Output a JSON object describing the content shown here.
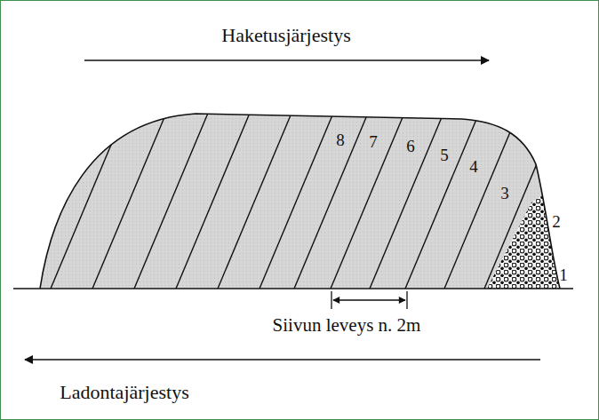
{
  "diagram": {
    "labels": [
      "Haketusjärjestys",
      "8",
      "7",
      "6",
      "5",
      "4",
      "3",
      "2",
      "1",
      "Siivun leveys n. 2m",
      "Ladontajärjestys"
    ]
  }
}
